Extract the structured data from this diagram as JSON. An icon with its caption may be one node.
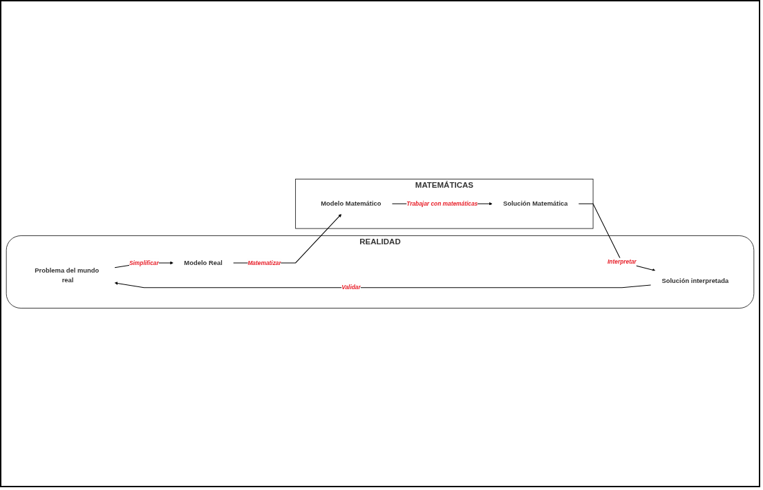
{
  "diagram": {
    "nodes": [
      {
        "text": [
          "REALIDAD"
        ]
      },
      {
        "text": [
          "Problema del mundo real"
        ],
        "in": 0
      },
      {
        "text": [
          "Modelo Real"
        ],
        "in": 0
      },
      {
        "text": [
          "Solución interpretada"
        ],
        "in": 0
      },
      {
        "text": [
          "MATEMÁTICAS"
        ]
      },
      {
        "text": [
          "Modelo Matemático"
        ],
        "in": 4
      },
      {
        "text": [
          "Solución Matemática"
        ],
        "in": 4
      }
    ],
    "edges": [
      {
        "from": 1,
        "to": 2,
        "arrow": "to",
        "label": "Simplificar"
      },
      {
        "from": 2,
        "to": 5,
        "arrow": "to",
        "label": "Matematizar"
      },
      {
        "from": 5,
        "to": 6,
        "arrow": "to",
        "label": "Trabajar con matemáticas"
      },
      {
        "from": 6,
        "to": 3,
        "arrow": "to",
        "label": "Interpretar"
      },
      {
        "from": 3,
        "to": 1,
        "arrow": "to",
        "label": "Validar"
      }
    ]
  }
}
